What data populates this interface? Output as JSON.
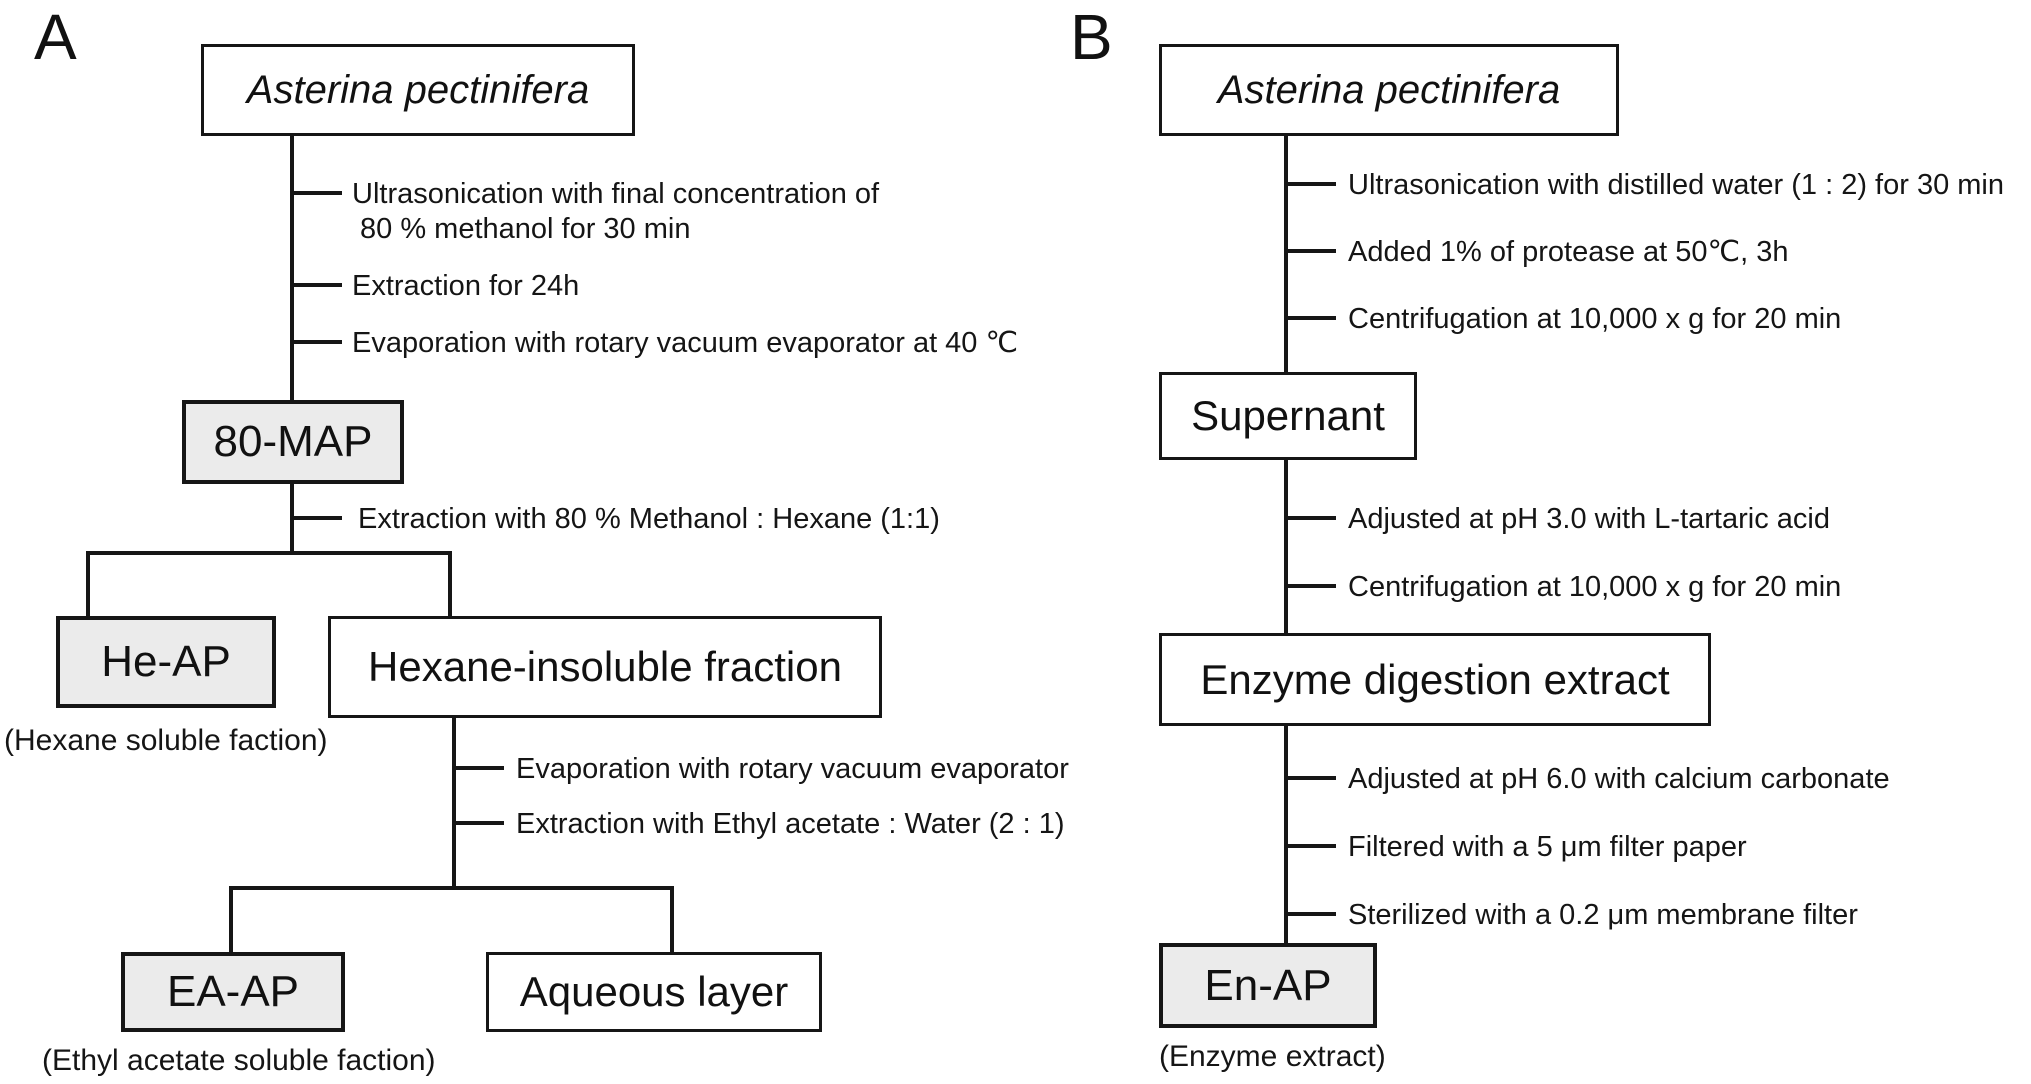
{
  "colors": {
    "box_fill_gray": "#ebebeb",
    "box_fill_white": "#ffffff",
    "line_color": "#161616"
  },
  "panel_a": {
    "label": "A",
    "source": "Asterina pectinifera",
    "steps": {
      "ultrasonication_1": "Ultrasonication with final concentration of",
      "ultrasonication_2": "80 % methanol for 30 min",
      "extraction_24h": "Extraction for 24h",
      "evaporation_40c": "Evaporation with rotary vacuum evaporator at 40 ℃",
      "extraction_methanol_hexane": "Extraction with 80 %  Methanol : Hexane (1:1)",
      "evaporation_rotary": "Evaporation with rotary vacuum evaporator",
      "extraction_ethyl_water": "Extraction with Ethyl acetate : Water (2 : 1)"
    },
    "boxes": {
      "map80": "80-MAP",
      "heap": "He-AP",
      "hexane_insoluble": "Hexane-insoluble fraction",
      "eaap": "EA-AP",
      "aqueous": "Aqueous layer"
    },
    "captions": {
      "heap": "(Hexane soluble faction)",
      "eaap": "(Ethyl acetate soluble faction)"
    }
  },
  "panel_b": {
    "label": "B",
    "source": "Asterina pectinifera",
    "steps": {
      "ultrasonication": "Ultrasonication with distilled water (1 : 2) for 30 min",
      "protease": "Added 1%  of protease at 50℃, 3h",
      "centrifugation_1": "Centrifugation at 10,000 x g  for 20 min",
      "ph3": "Adjusted at pH 3.0 with L-tartaric acid",
      "centrifugation_2": "Centrifugation at 10,000 x g  for 20 min",
      "ph6": "Adjusted at pH 6.0 with calcium carbonate",
      "filtered": "Filtered with a 5 μm filter paper",
      "sterilized": "Sterilized with a 0.2 μm membrane filter"
    },
    "boxes": {
      "supernant": "Supernant",
      "enzyme_digestion": "Enzyme digestion extract",
      "enap": "En-AP"
    },
    "captions": {
      "enap": "(Enzyme extract)"
    }
  }
}
